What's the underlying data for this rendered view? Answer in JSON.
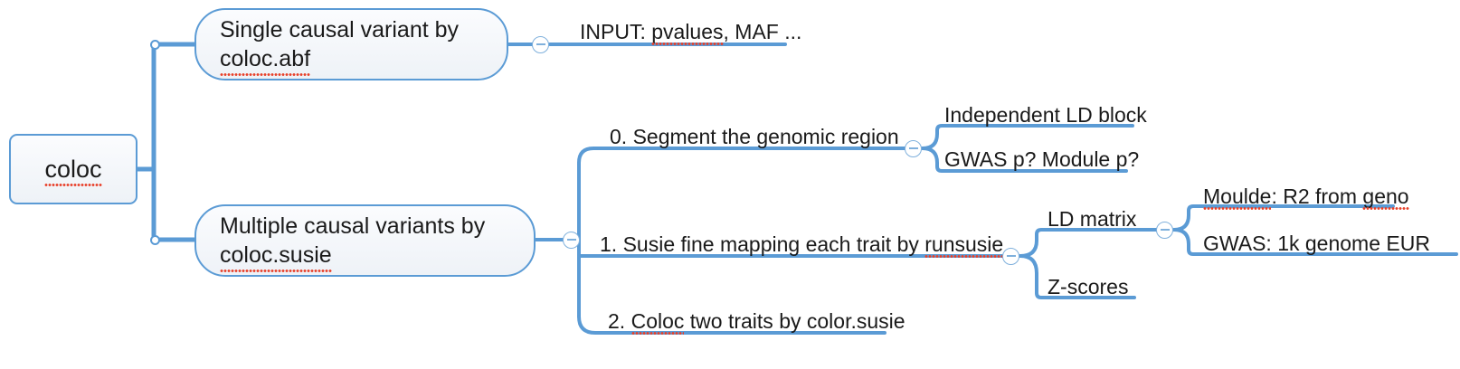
{
  "diagram": {
    "type": "mind-map",
    "background": "#ffffff",
    "accent_color": "#5b9bd5",
    "node_fill": "#eef2f7",
    "spellcheck_underline_color": "#e8402a",
    "root": {
      "label": "coloc",
      "spell_flag": true
    },
    "branches": [
      {
        "id": "coloc-abf",
        "label_line1": "Single causal variant by",
        "label_line2": "coloc.abf",
        "label_line2_spell_flag": true,
        "toggle": "minus",
        "children": [
          {
            "id": "input-pvalues",
            "label_prefix": "INPUT: ",
            "label_spell": "pvalues",
            "label_suffix": ", MAF ..."
          }
        ]
      },
      {
        "id": "coloc-susie",
        "label_line1": "Multiple causal variants by",
        "label_line2": "coloc.susie",
        "label_line2_spell_flag": true,
        "toggle": "minus",
        "children": [
          {
            "id": "segment-region",
            "label": "0. Segment the genomic region",
            "toggle": "minus",
            "children": [
              {
                "id": "independent-ld-block",
                "label": "Independent LD block"
              },
              {
                "id": "gwas-p-module-p",
                "label": "GWAS p? Module p?"
              }
            ]
          },
          {
            "id": "susie-fine-mapping",
            "label_prefix": "1. Susie fine mapping each trait by ",
            "label_spell": "runsusie",
            "label_suffix": "",
            "toggle": "minus",
            "children": [
              {
                "id": "ld-matrix",
                "label": "LD matrix",
                "toggle": "minus",
                "children": [
                  {
                    "id": "moulde-r2-geno",
                    "label_spell": "Moulde",
                    "label_mid": ": R2 from ",
                    "label_spell2": "geno"
                  },
                  {
                    "id": "gwas-1k-genome-eur",
                    "label": "GWAS: 1k genome EUR"
                  }
                ]
              },
              {
                "id": "z-scores",
                "label": "Z-scores"
              }
            ]
          },
          {
            "id": "coloc-two-traits",
            "label_prefix": "2. ",
            "label_spell": "Coloc",
            "label_suffix": " two traits by color.susie"
          }
        ]
      }
    ]
  }
}
